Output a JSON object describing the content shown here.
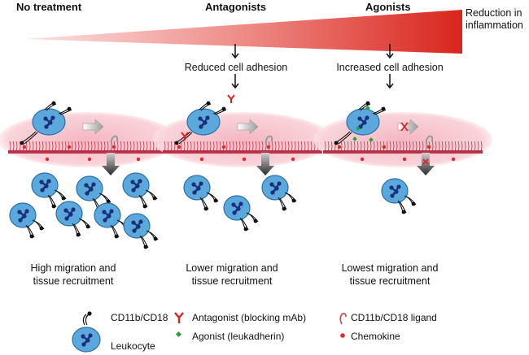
{
  "headers": {
    "no_treatment": "No treatment",
    "antagonists": "Antagonists",
    "agonists": "Agonists",
    "reduction": "Reduction in inflammation"
  },
  "adhesion": {
    "reduced": "Reduced cell adhesion",
    "increased": "Increased cell adhesion"
  },
  "outcomes": {
    "high_l1": "High migration and",
    "high_l2": "tissue recruitment",
    "lower_l1": "Lower migration and",
    "lower_l2": "tissue recruitment",
    "lowest_l1": "Lowest migration and",
    "lowest_l2": "tissue recruitment"
  },
  "legend": {
    "receptor": "CD11b/CD18",
    "leukocyte": "Leukocyte",
    "antagonist": "Antagonist (blocking mAb)",
    "agonist": "Agonist (leukadherin)",
    "ligand": "CD11b/CD18 ligand",
    "chemokine": "Chemokine"
  },
  "colors": {
    "gradient_red": "#d9251c",
    "cell_fill": "#5ba8dc",
    "cell_stroke": "#2a6fa8",
    "nucleus": "#1c2f7a",
    "endothelium": "#f3bcc5",
    "endothelium_line": "#b8324a",
    "antagonist": "#e0201c",
    "agonist": "#2e9e3a",
    "chemokine": "#e02a2a",
    "arrow_dark": "#3a3a3a"
  }
}
